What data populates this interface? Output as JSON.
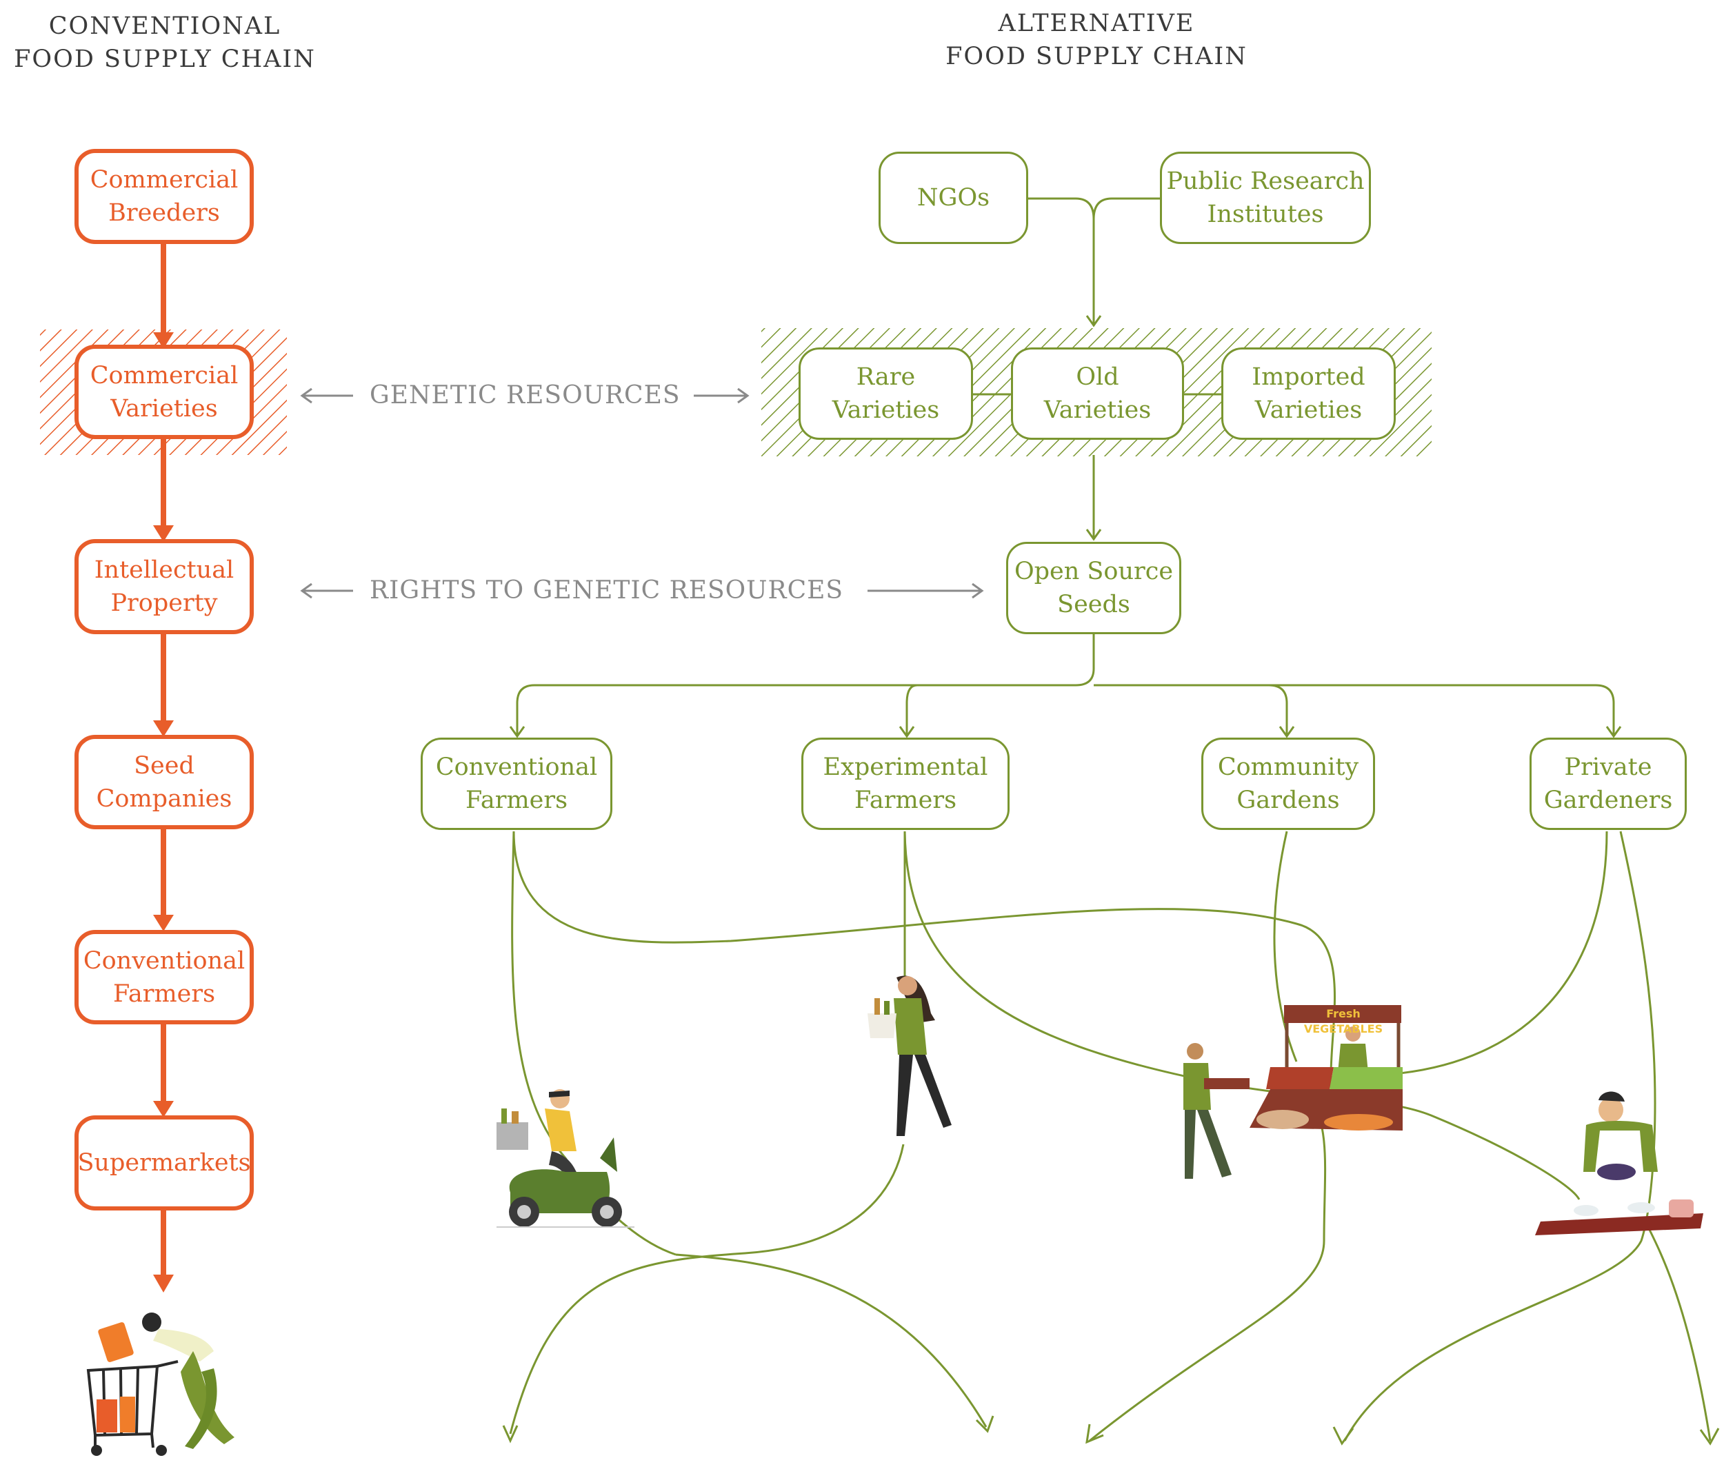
{
  "colors": {
    "conventional": "#e85d2a",
    "alternative": "#7a9630",
    "relation_text": "#8a8a8a",
    "title": "#3a3a3a"
  },
  "titles": {
    "conventional": "CONVENTIONAL\nFOOD SUPPLY CHAIN",
    "alternative": "ALTERNATIVE\nFOOD SUPPLY CHAIN"
  },
  "conventional_chain": [
    "Commercial\nBreeders",
    "Commercial\nVarieties",
    "Intellectual\nProperty",
    "Seed\nCompanies",
    "Conventional\nFarmers",
    "Supermarkets"
  ],
  "alternative_chain": {
    "sources": [
      "NGOs",
      "Public Research\nInstitutes"
    ],
    "varieties": [
      "Rare\nVarieties",
      "Old\nVarieties",
      "Imported\nVarieties"
    ],
    "open_source": "Open Source\nSeeds",
    "recipients": [
      "Conventional\nFarmers",
      "Experimental\nFarmers",
      "Community\nGardens",
      "Private\nGardeners"
    ]
  },
  "relations": {
    "genetic_resources": "GENETIC RESOURCES",
    "rights": "RIGHTS TO GENETIC RESOURCES"
  },
  "illustrations": {
    "shopper": "person-with-shopping-cart",
    "scooter": "delivery-scooter-rider",
    "walker": "woman-carrying-grocery-bag",
    "market_stall": "fresh-vegetables-market-stall",
    "market_sign": "Fresh VEGETABLES",
    "cook": "chef-preparing-food"
  }
}
